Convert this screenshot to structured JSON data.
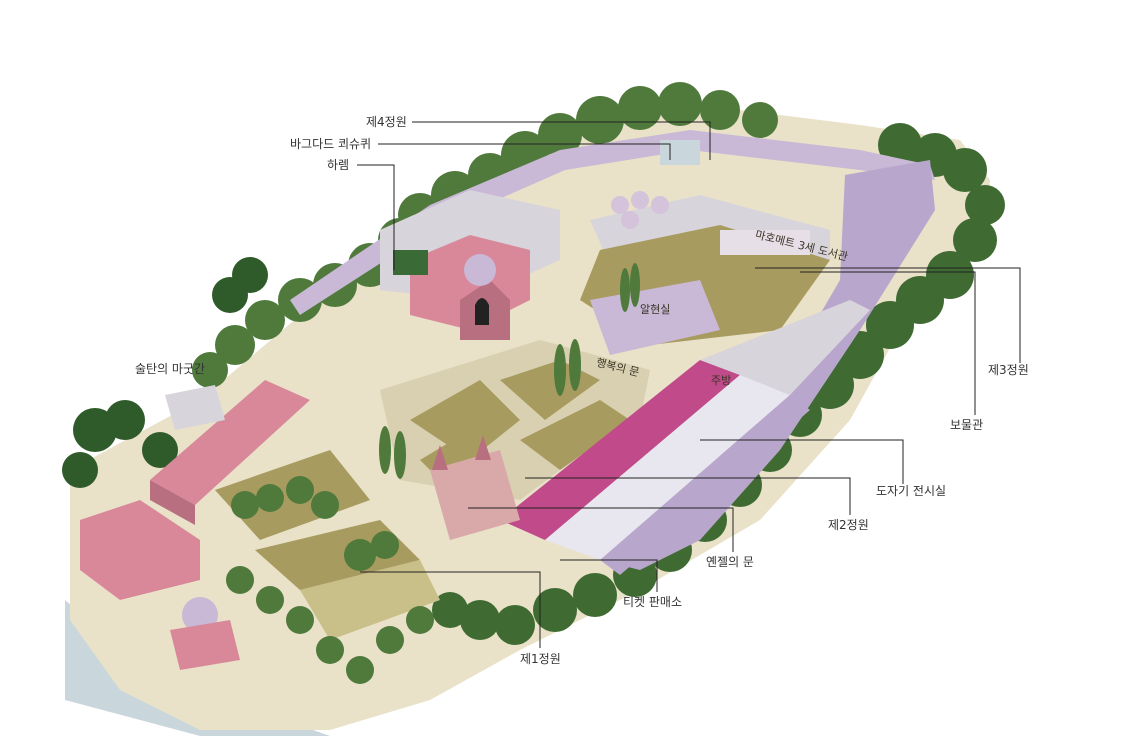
{
  "map": {
    "labels": {
      "fourth_court": "제4정원",
      "baghdad_kiosk": "바그다드 쾨슈퀴",
      "harem": "하렘",
      "library": "마호메트 3세 도서관",
      "audience_hall": "알현실",
      "gate_of_felicity": "행복의 문",
      "kitchen": "주방",
      "sultan_stables": "술탄의 마굿간",
      "third_court": "제3정원",
      "treasury": "보물관",
      "porcelain_gallery": "도자기 전시실",
      "second_court": "제2정원",
      "gate_of_salutation": "옌젤의 문",
      "ticket_office": "티켓 판매소",
      "first_court": "제1정원"
    },
    "colors": {
      "trees": "#4f7a3c",
      "trees_dark": "#2f5a2a",
      "trees_light": "#7fa35c",
      "roof_pink": "#d9889a",
      "wall_lavender": "#c9b8d6",
      "wall_grey": "#d8d4dc",
      "lawn": "#a89b5f",
      "path": "#ede6cf",
      "water": "#c9d6dc",
      "leader": "#222222"
    }
  }
}
